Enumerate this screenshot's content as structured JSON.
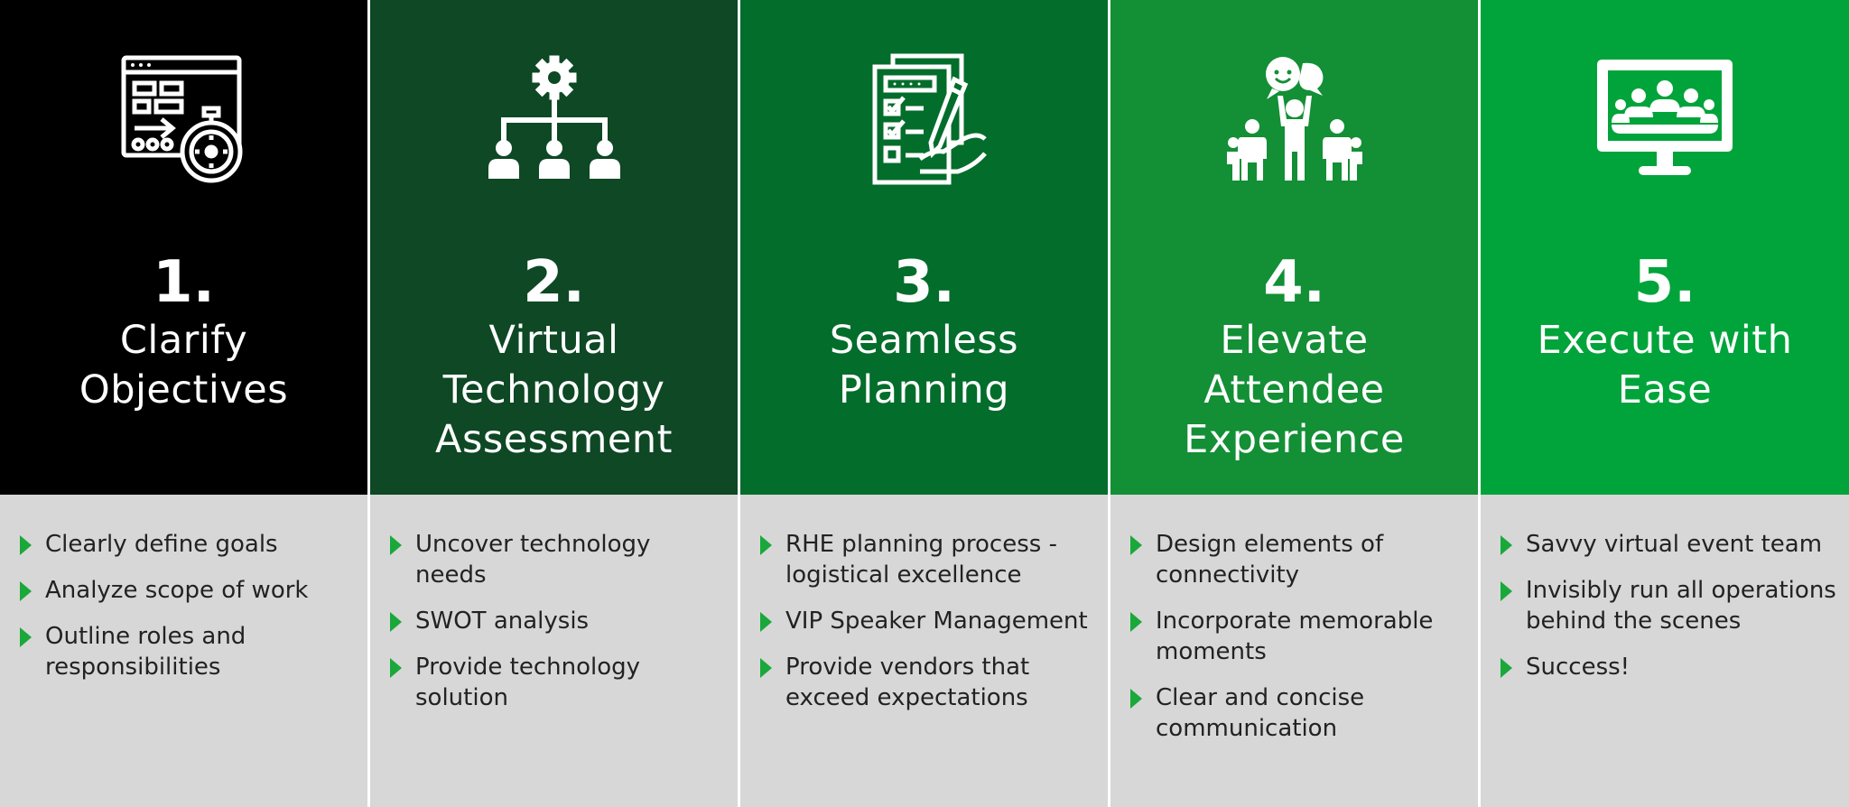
{
  "steps": [
    {
      "number": "1.",
      "title_lines": [
        "Clarify",
        "Objectives"
      ],
      "icon": "browser-stopwatch-icon",
      "color": "#000000",
      "bullets": [
        "Clearly define goals",
        "Analyze scope of work",
        "Outline roles and responsibilities"
      ]
    },
    {
      "number": "2.",
      "title_lines": [
        "Virtual",
        "Technology",
        "Assessment"
      ],
      "icon": "gear-org-chart-icon",
      "color": "#0e4825",
      "bullets": [
        "Uncover technology needs",
        "SWOT analysis",
        "Provide technology solution"
      ]
    },
    {
      "number": "3.",
      "title_lines": [
        "Seamless",
        "Planning"
      ],
      "icon": "checklist-pen-icon",
      "color": "#036d2b",
      "bullets": [
        "RHE planning process - logistical excellence",
        "VIP Speaker Management",
        "Provide vendors that exceed expectations"
      ]
    },
    {
      "number": "4.",
      "title_lines": [
        "Elevate",
        "Attendee",
        "Experience"
      ],
      "icon": "happy-people-icon",
      "color": "#138f35",
      "bullets": [
        "Design elements of connectivity",
        "Incorporate memorable moments",
        "Clear and concise communication"
      ]
    },
    {
      "number": "5.",
      "title_lines": [
        "Execute with",
        "Ease"
      ],
      "icon": "virtual-meeting-monitor-icon",
      "color": "#00a43a",
      "bullets": [
        "Savvy virtual event team",
        "Invisibly run all operations behind the scenes",
        "Success!"
      ]
    }
  ],
  "colors": {
    "bullet_marker": "#1aa83a",
    "bottom_panel": "#d7d7d7",
    "text_dark": "#222222"
  }
}
